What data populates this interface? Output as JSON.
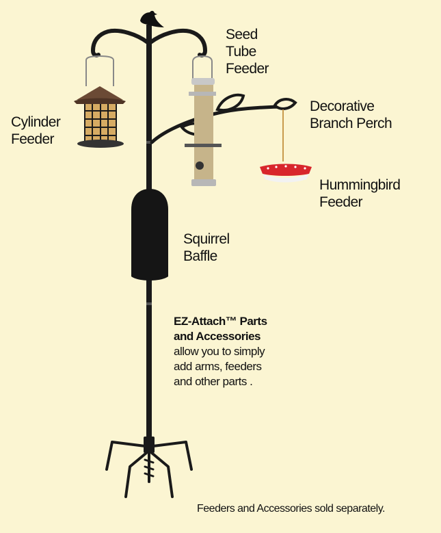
{
  "labels": {
    "seed_tube": [
      "Seed",
      "Tube",
      "Feeder"
    ],
    "cylinder": [
      "Cylinder",
      "Feeder"
    ],
    "branch": [
      "Decorative",
      "Branch Perch"
    ],
    "hummingbird": [
      "Hummingbird",
      "Feeder"
    ],
    "baffle": [
      "Squirrel",
      "Baffle"
    ]
  },
  "ez_attach": {
    "heading": [
      "EZ-Attach™  Parts",
      "and  Accessories"
    ],
    "body": [
      "allow  you  to  simply",
      "add  arms,  feeders",
      "and  other  parts ."
    ]
  },
  "footnote": "Feeders  and  Accessories  sold  separately.",
  "colors": {
    "background": "#fbf5d2",
    "pole": "#1a1a1a",
    "feeder_red": "#d8262c",
    "cylinder_roof": "#6b4a35"
  }
}
